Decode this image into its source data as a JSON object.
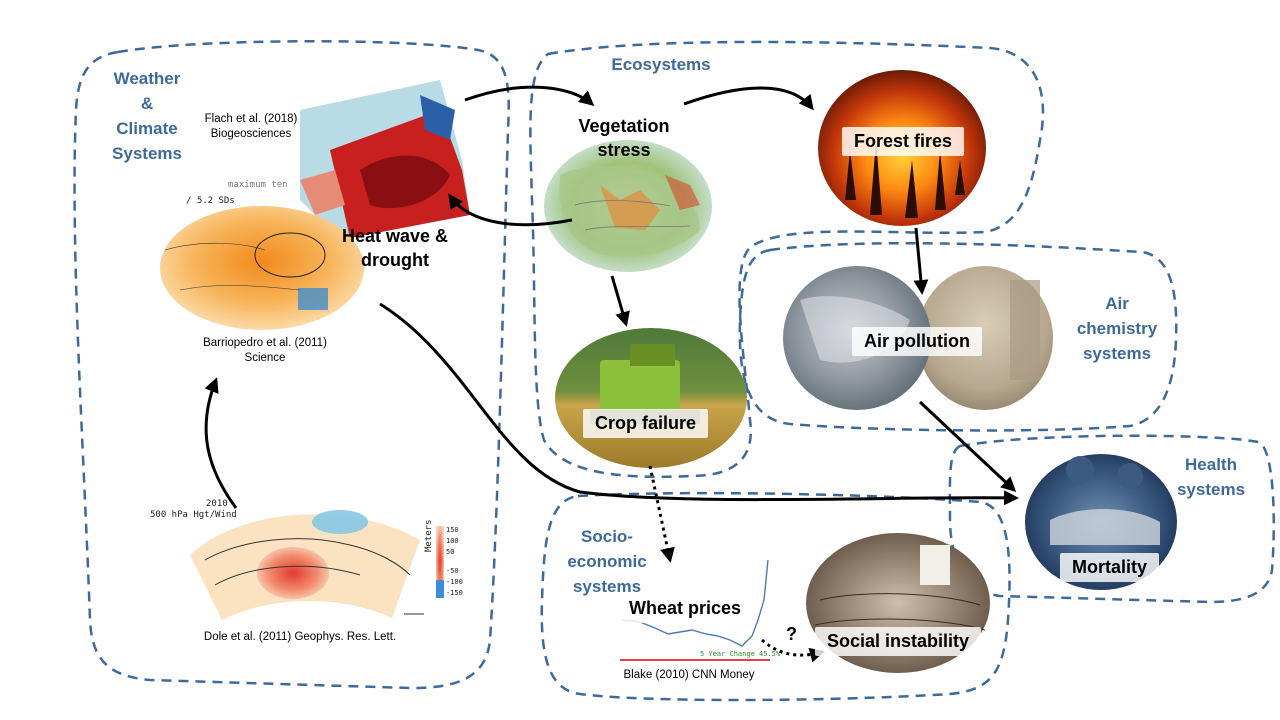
{
  "groups": {
    "weather": "Weather\n&\nClimate\nSystems",
    "ecosystems": "Ecosystems",
    "air": "Air\nchemistry\nsystems",
    "health": "Health\nsystems",
    "socio": "Socio-\neconomic\nsystems"
  },
  "nodes": {
    "heatwave": "Heat wave &\ndrought",
    "vegetation": "Vegetation\nstress",
    "forest_fires": "Forest fires",
    "air_pollution": "Air pollution",
    "crop_failure": "Crop failure",
    "mortality": "Mortality",
    "wheat_prices": "Wheat prices",
    "social_instability": "Social instability",
    "question_mark": "?"
  },
  "citations": {
    "flach": "Flach et al. (2018)\nBiogeosciences",
    "barriopedro": "Barriopedro et al. (2011)\nScience",
    "dole": "Dole et al. (2011) Geophys. Res. Lett.",
    "blake": "Blake (2010) CNN Money"
  },
  "figure_text": {
    "year": "2010",
    "field": "500 hPa Hgt/Wind",
    "units": "Meters",
    "sds": "/ 5.2 SDs",
    "maxtemp": "maximum ten",
    "wheat_change": "5 Year Change 45.5%",
    "colorbar_ticks": [
      "150",
      "100",
      "50",
      "-50",
      "-100",
      "-150"
    ]
  },
  "colors": {
    "group_border": "#3d6a9b",
    "group_label": "#3d6a9b",
    "arrow": "#000000"
  }
}
